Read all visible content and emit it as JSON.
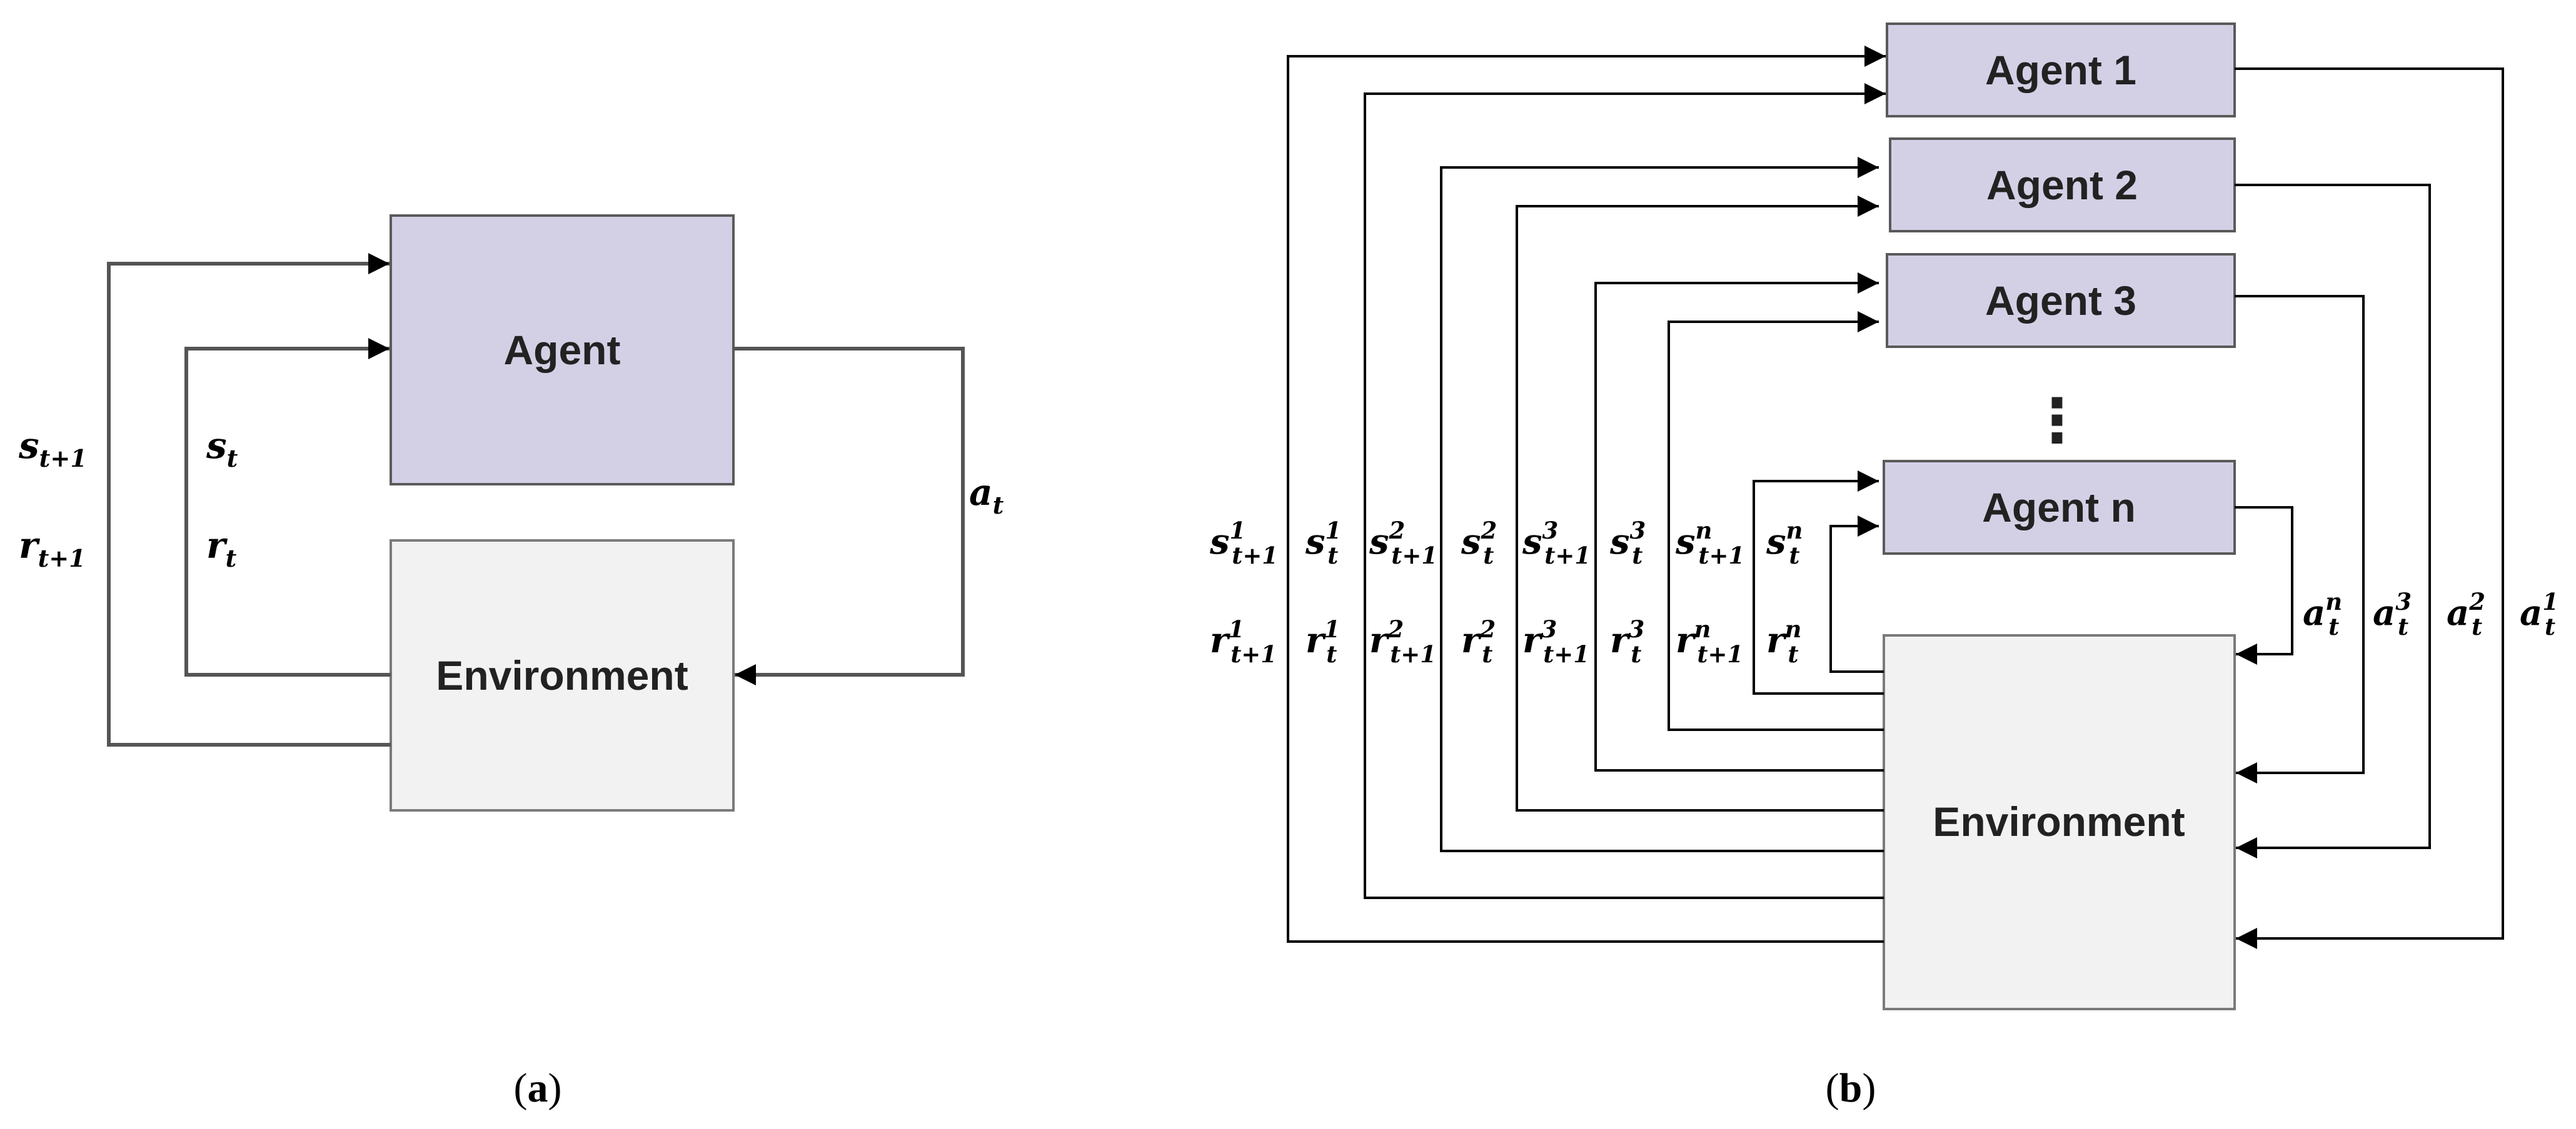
{
  "panel_a": {
    "agent": "Agent",
    "environment": "Environment",
    "labels": {
      "s_next": {
        "base": "s",
        "sub": "t+1"
      },
      "r_next": {
        "base": "r",
        "sub": "t+1"
      },
      "s_curr": {
        "base": "s",
        "sub": "t"
      },
      "r_curr": {
        "base": "r",
        "sub": "t"
      },
      "action": {
        "base": "a",
        "sub": "t"
      }
    },
    "caption": {
      "open": "(",
      "letter": "a",
      "close": ")"
    }
  },
  "panel_b": {
    "agents": [
      "Agent 1",
      "Agent 2",
      "Agent 3",
      "Agent n"
    ],
    "ellipsis": "⋮",
    "environment": "Environment",
    "state_reward_labels": [
      {
        "s": {
          "base": "s",
          "sup": "1",
          "sub": "t+1"
        },
        "r": {
          "base": "r",
          "sup": "1",
          "sub": "t+1"
        }
      },
      {
        "s": {
          "base": "s",
          "sup": "1",
          "sub": "t"
        },
        "r": {
          "base": "r",
          "sup": "1",
          "sub": "t"
        }
      },
      {
        "s": {
          "base": "s",
          "sup": "2",
          "sub": "t+1"
        },
        "r": {
          "base": "r",
          "sup": "2",
          "sub": "t+1"
        }
      },
      {
        "s": {
          "base": "s",
          "sup": "2",
          "sub": "t"
        },
        "r": {
          "base": "r",
          "sup": "2",
          "sub": "t"
        }
      },
      {
        "s": {
          "base": "s",
          "sup": "3",
          "sub": "t+1"
        },
        "r": {
          "base": "r",
          "sup": "3",
          "sub": "t+1"
        }
      },
      {
        "s": {
          "base": "s",
          "sup": "3",
          "sub": "t"
        },
        "r": {
          "base": "r",
          "sup": "3",
          "sub": "t"
        }
      },
      {
        "s": {
          "base": "s",
          "sup": "n",
          "sub": "t+1"
        },
        "r": {
          "base": "r",
          "sup": "n",
          "sub": "t+1"
        }
      },
      {
        "s": {
          "base": "s",
          "sup": "n",
          "sub": "t"
        },
        "r": {
          "base": "r",
          "sup": "n",
          "sub": "t"
        }
      }
    ],
    "action_labels": [
      {
        "base": "a",
        "sup": "n",
        "sub": "t"
      },
      {
        "base": "a",
        "sup": "3",
        "sub": "t"
      },
      {
        "base": "a",
        "sup": "2",
        "sub": "t"
      },
      {
        "base": "a",
        "sup": "1",
        "sub": "t"
      }
    ],
    "caption": {
      "open": "(",
      "letter": "b",
      "close": ")"
    }
  }
}
